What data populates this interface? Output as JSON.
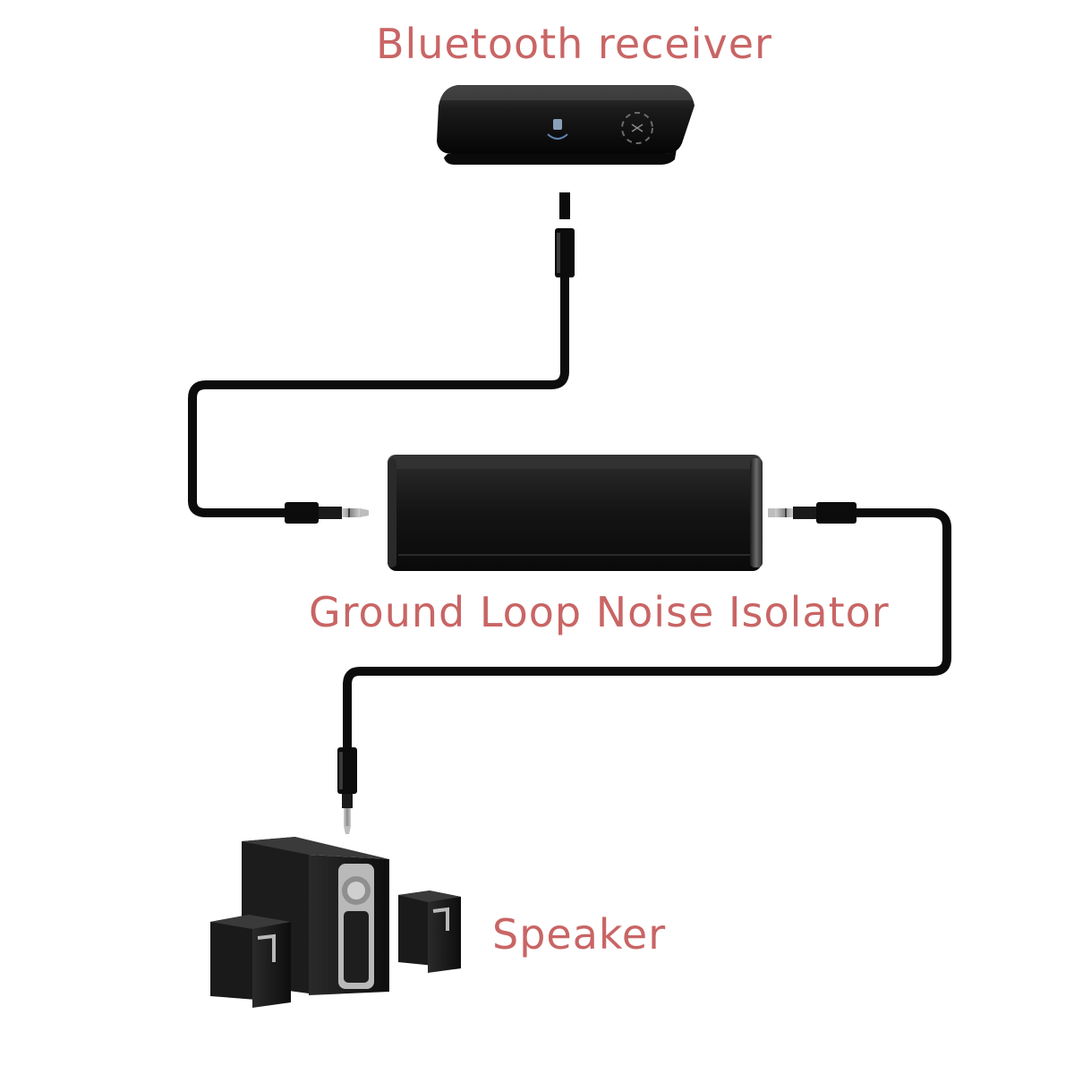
{
  "labels": {
    "receiver": "Bluetooth receiver",
    "isolator": "Ground Loop Noise Isolator",
    "speaker": "Speaker"
  },
  "colors": {
    "label": "#c96565",
    "cable": "#0c0c0c",
    "device_dark": "#151515",
    "device_edge": "#3a3a3a",
    "plug_metal": "#9a9a9a",
    "speaker_accent": "#b9b9b9",
    "background": "#ffffff"
  },
  "icons": {
    "receiver": "bluetooth-receiver-device",
    "isolator": "ground-loop-isolator-box",
    "speaker": "speaker-system",
    "plug": "3-5mm-audio-plug"
  }
}
